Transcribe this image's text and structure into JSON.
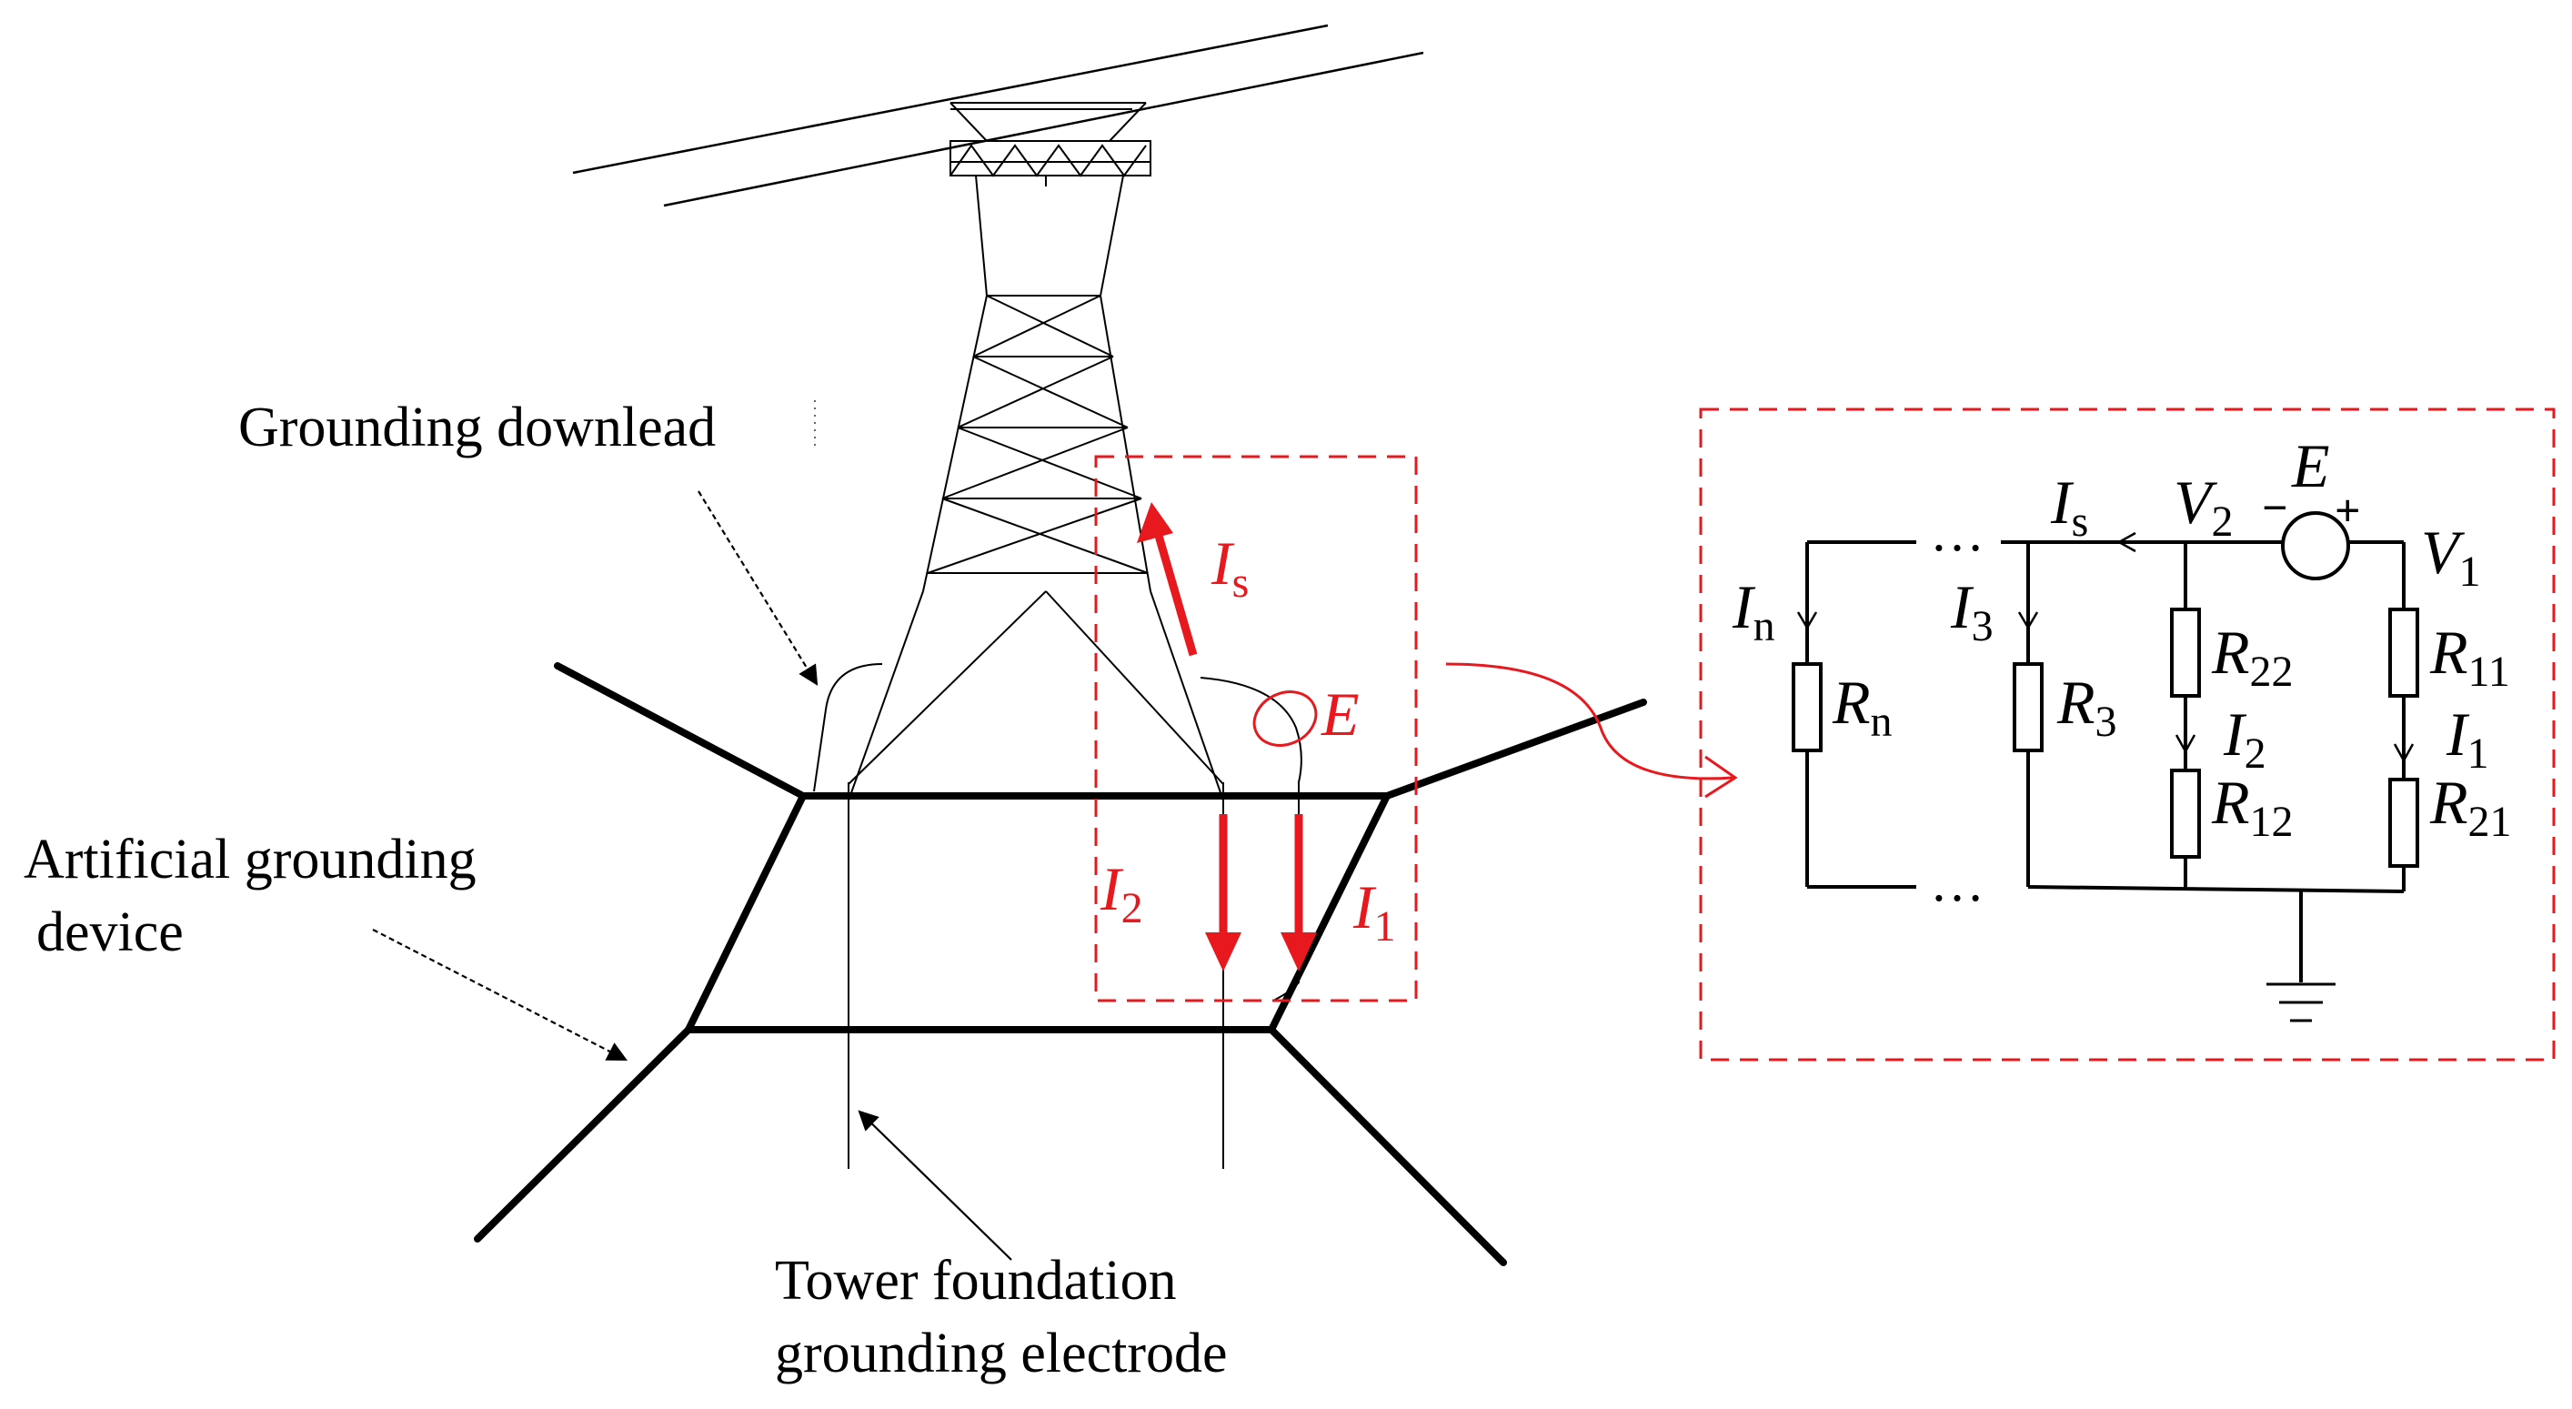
{
  "labels": {
    "grounding_downlead": "Grounding downlead",
    "artificial_line1": "Artificial grounding",
    "artificial_line2": "device",
    "tower_line1": "Tower foundation",
    "tower_line2": "grounding electrode"
  },
  "symbols": {
    "I": "I",
    "R": "R",
    "E": "E",
    "V": "V",
    "n": "n",
    "s": "s",
    "ellipsis": "…",
    "minus": "−",
    "plus": "+",
    "sub_1": "1",
    "sub_2": "2",
    "sub_3": "3",
    "sub_11": "11",
    "sub_12": "12",
    "sub_21": "21",
    "sub_22": "22"
  },
  "colors": {
    "highlight": "#e8191e",
    "ink": "#000000"
  }
}
